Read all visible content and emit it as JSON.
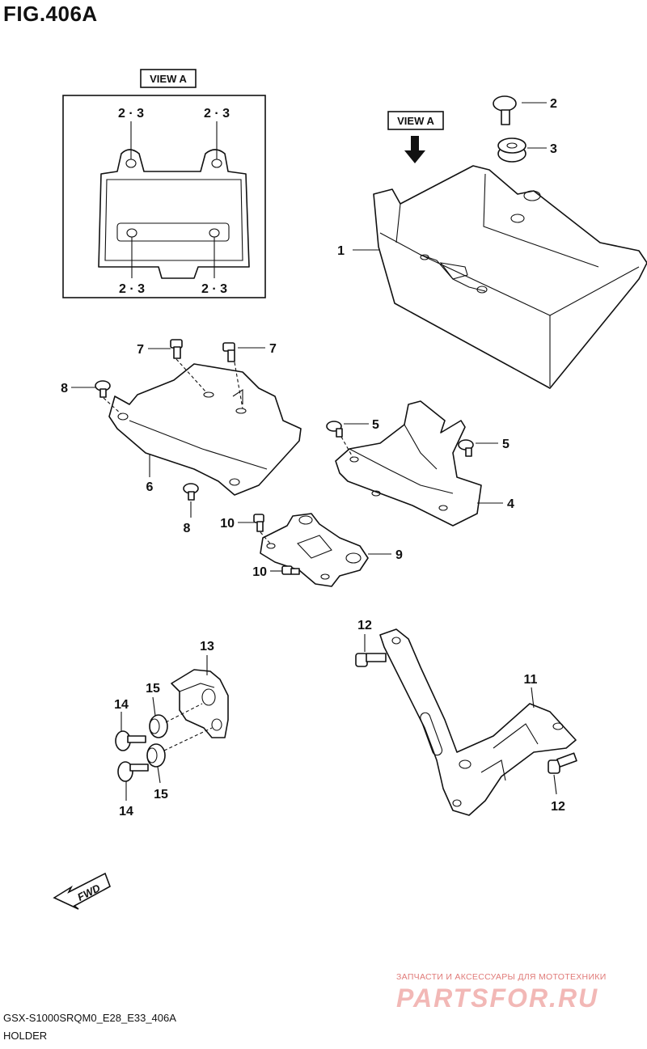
{
  "figure": {
    "title": "FIG.406A",
    "code": "GSX-S1000SRQM0_E28_E33_406A",
    "name": "HOLDER"
  },
  "view_a": {
    "label": "VIEW A",
    "callouts": [
      "2 · 3",
      "2 · 3",
      "2 · 3",
      "2 · 3"
    ]
  },
  "callouts": {
    "c1": "1",
    "c2": "2",
    "c3": "3",
    "c4": "4",
    "c5a": "5",
    "c5b": "5",
    "c6": "6",
    "c7a": "7",
    "c7b": "7",
    "c8a": "8",
    "c8b": "8",
    "c9": "9",
    "c10a": "10",
    "c10b": "10",
    "c11": "11",
    "c12a": "12",
    "c12b": "12",
    "c13": "13",
    "c14a": "14",
    "c14b": "14",
    "c15a": "15",
    "c15b": "15"
  },
  "view_a_arrow_label": "VIEW A",
  "fwd_label": "FWD",
  "watermark": {
    "tagline": "ЗАПЧАСТИ И АКСЕССУАРЫ ДЛЯ МОТОТЕХНИКИ",
    "brand": "PARTSFOR.RU"
  }
}
